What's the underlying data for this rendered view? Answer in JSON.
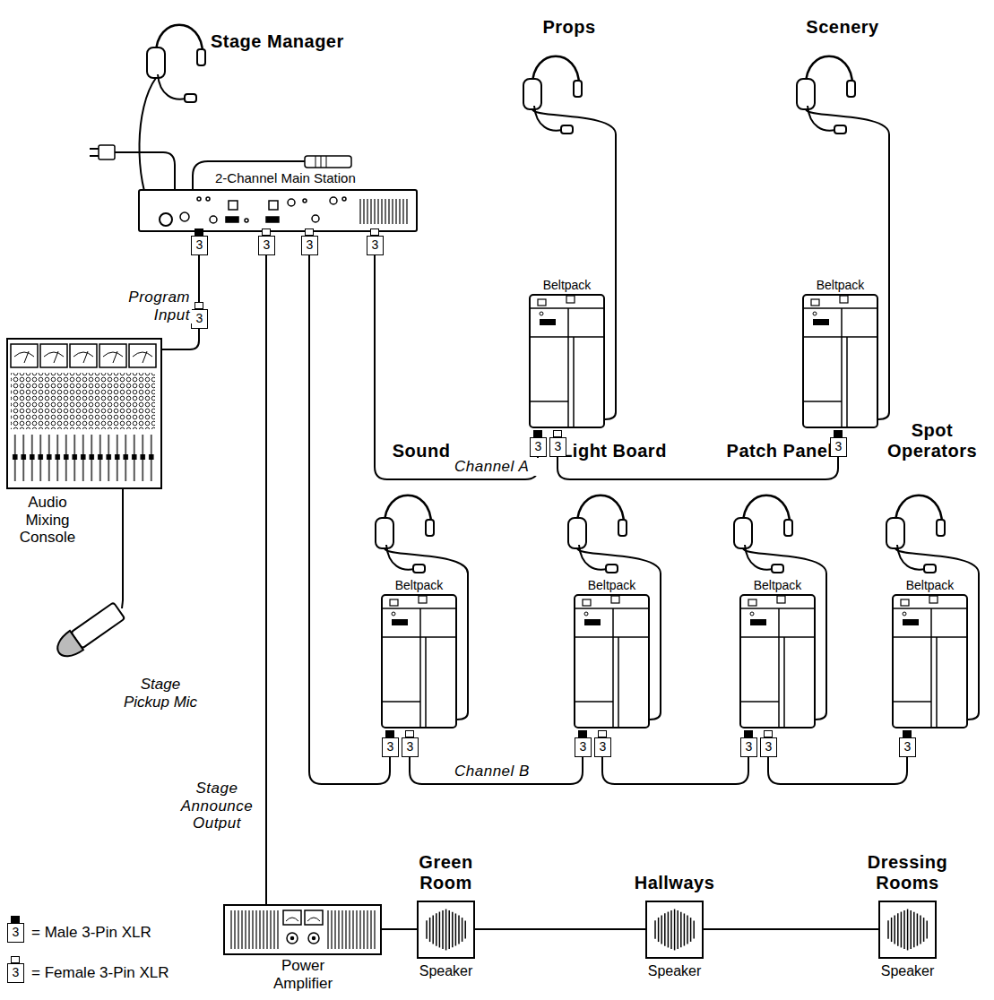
{
  "diagram": {
    "nodes": [
      {
        "text": [
          "Stage Manager",
          "2-Channel Main Station"
        ]
      },
      {
        "text": [
          "Props",
          "Beltpack"
        ]
      },
      {
        "text": [
          "Scenery",
          "Beltpack"
        ]
      },
      {
        "text": [
          "Sound",
          "Beltpack"
        ]
      },
      {
        "text": [
          "Light Board",
          "Beltpack"
        ]
      },
      {
        "text": [
          "Patch Panel",
          "Beltpack"
        ]
      },
      {
        "text": [
          "Spot Operators",
          "Beltpack"
        ]
      },
      {
        "text": [
          "Audio Mixing Console"
        ]
      },
      {
        "text": [
          "Stage Pickup Mic"
        ]
      },
      {
        "text": [
          "Power Amplifier"
        ]
      },
      {
        "text": [
          "Green Room",
          "Speaker"
        ]
      },
      {
        "text": [
          "Hallways",
          "Speaker"
        ]
      },
      {
        "text": [
          "Dressing Rooms",
          "Speaker"
        ]
      }
    ],
    "edges": [
      {
        "from": 0,
        "to": 1,
        "arrow": "none",
        "label": "Channel A"
      },
      {
        "from": 1,
        "to": 2,
        "arrow": "none"
      },
      {
        "from": 0,
        "to": 3,
        "arrow": "none"
      },
      {
        "from": 3,
        "to": 4,
        "arrow": "none",
        "label": "Channel B"
      },
      {
        "from": 4,
        "to": 5,
        "arrow": "none"
      },
      {
        "from": 5,
        "to": 6,
        "arrow": "none"
      },
      {
        "from": 0,
        "to": 7,
        "arrow": "none",
        "label": "Program Input"
      },
      {
        "from": 7,
        "to": 8,
        "arrow": "none"
      },
      {
        "from": 0,
        "to": 9,
        "arrow": "none",
        "label": "Stage Announce Output"
      },
      {
        "from": 9,
        "to": 10,
        "arrow": "none"
      },
      {
        "from": 10,
        "to": 11,
        "arrow": "none"
      },
      {
        "from": 11,
        "to": 12,
        "arrow": "none"
      }
    ],
    "labels": [
      "3",
      "3",
      "3",
      "3",
      "3",
      "3",
      "3",
      "3",
      "3",
      "3",
      "3",
      "3",
      "3",
      "3",
      "3",
      "3",
      "3"
    ],
    "legend": [
      {
        "text": "= Male 3-Pin XLR"
      },
      {
        "text": "= Female 3-Pin XLR"
      }
    ]
  }
}
